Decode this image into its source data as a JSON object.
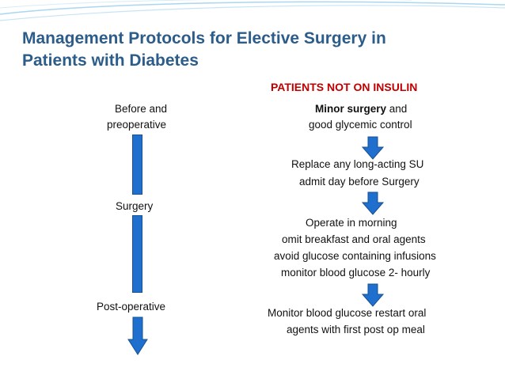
{
  "colors": {
    "title": "#2b5c8a",
    "heading": "#c00000",
    "arrow_fill": "#1f6fcf",
    "arrow_stroke": "#17508f",
    "decor": "#a9d6f0"
  },
  "title": {
    "line1": "Management Protocols for Elective Surgery in",
    "line2": "Patients with Diabetes"
  },
  "left_column": {
    "stage1_line1": "Before and",
    "stage1_line2": "preoperative",
    "stage2": "Surgery",
    "stage3": "Post-operative"
  },
  "right_column": {
    "heading": "PATIENTS NOT ON INSULIN",
    "step1_bold": "Minor surgery",
    "step1_rest": " and",
    "step1_line2": "good glycemic control",
    "step2_line1": "Replace any long-acting SU",
    "step2_line2": "admit day before Surgery",
    "step3_line1": "Operate in morning",
    "step3_line2": "omit breakfast and oral agents",
    "step3_line3": "avoid glucose containing infusions",
    "step3_line4": "monitor blood glucose 2- hourly",
    "step4_line1": "Monitor blood glucose restart oral",
    "step4_line2": "agents with first post op meal"
  }
}
